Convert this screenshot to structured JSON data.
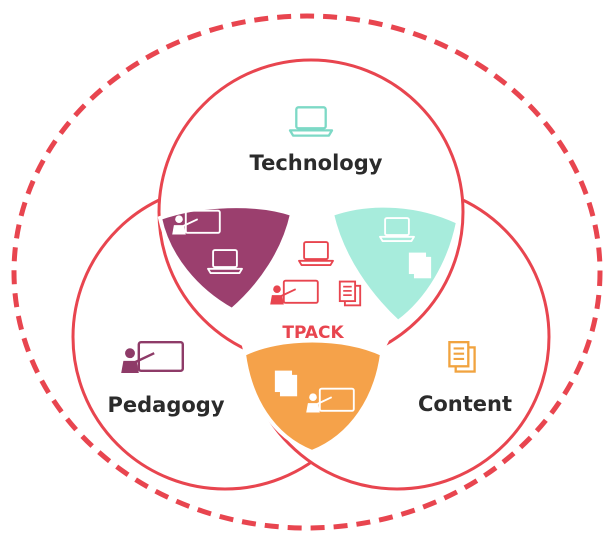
{
  "diagram": {
    "center_label": "TPACK",
    "circles": {
      "technology": "Technology",
      "pedagogy": "Pedagogy",
      "content": "Content"
    },
    "overlaps": {
      "technology_pedagogy": {
        "icons": [
          "teacher-board-icon",
          "laptop-icon"
        ]
      },
      "technology_content": {
        "icons": [
          "laptop-icon",
          "document-icon"
        ]
      },
      "pedagogy_content": {
        "icons": [
          "document-icon",
          "teacher-board-icon"
        ]
      },
      "center": {
        "icons": [
          "laptop-icon",
          "teacher-board-icon",
          "document-icon"
        ]
      }
    },
    "colors": {
      "outline": "#e8454f",
      "technology_icon": "#7dd9c6",
      "pedagogy_icon": "#8e3b68",
      "content_icon": "#f1a33f",
      "technology_pedagogy": "#9b3f6e",
      "technology_content": "#a7ecdc",
      "pedagogy_content": "#f5a24a",
      "center_text": "#e8454f"
    }
  }
}
